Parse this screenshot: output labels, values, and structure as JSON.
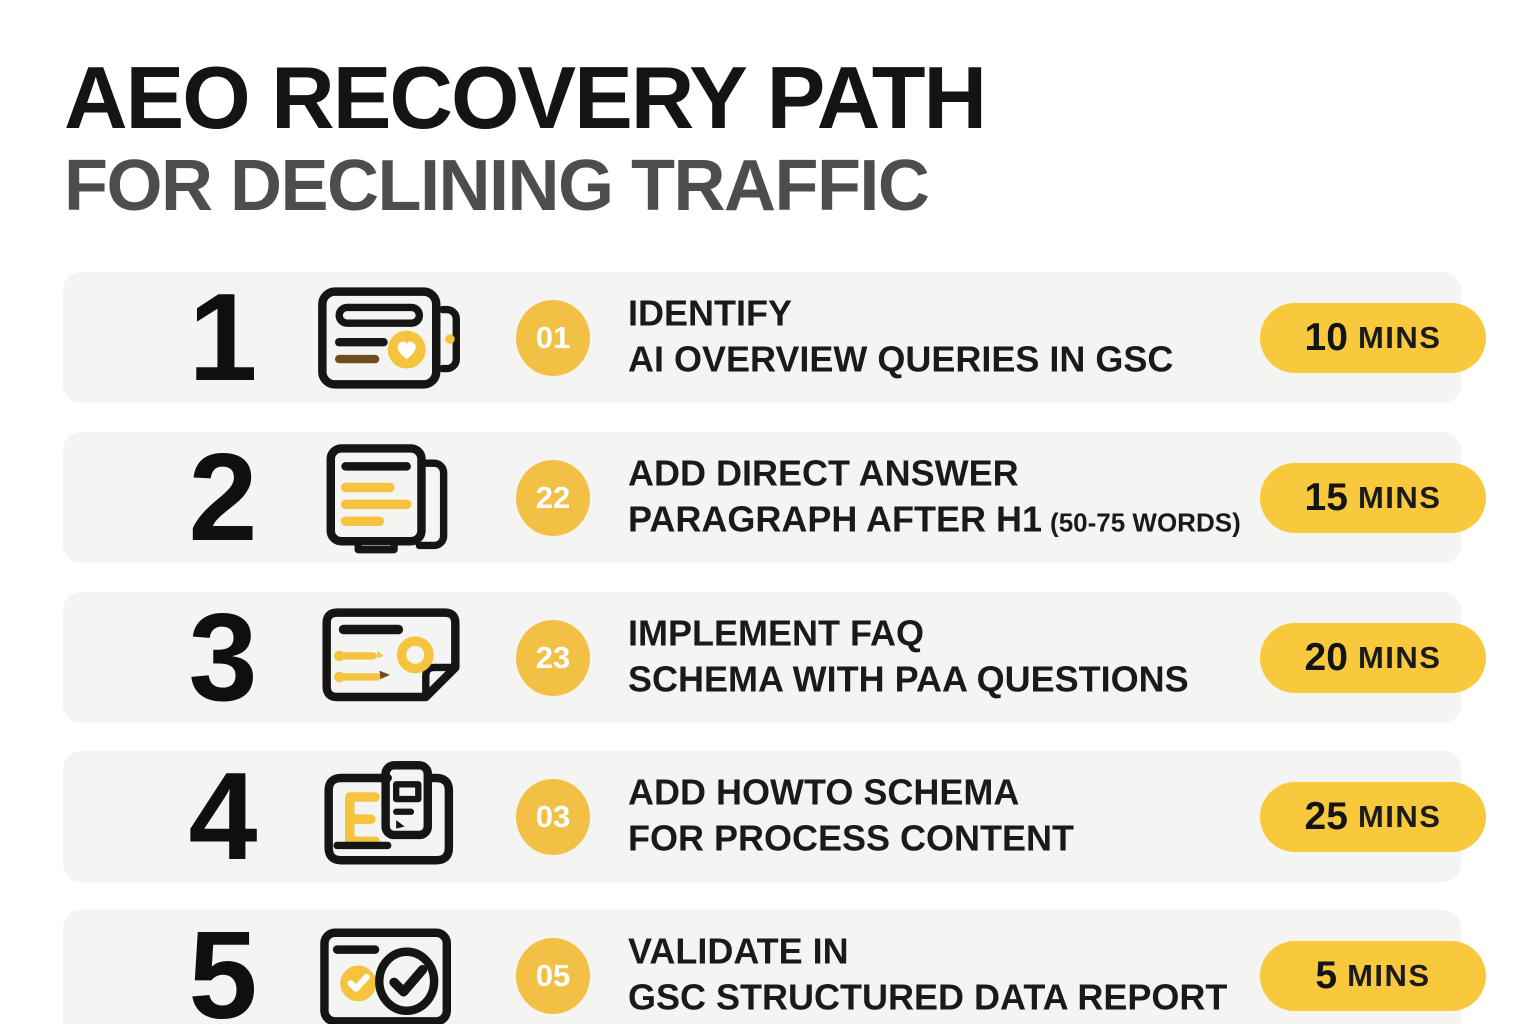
{
  "header": {
    "title": "AEO RECOVERY PATH",
    "subtitle": "FOR DECLINING TRAFFIC"
  },
  "colors": {
    "accent_yellow": "#F5C33E",
    "pill_yellow": "#F8C83D",
    "badge_circle_yellow": "#F2C045",
    "row_background": "#F4F4F2",
    "title_color": "#141414",
    "subtitle_color": "#4D4D4D",
    "text_color": "#1A1A1A",
    "badge_text_color": "#FFFFFF"
  },
  "steps": [
    {
      "number": "1",
      "badge": "01",
      "icon": "certificate-card-icon",
      "title_line1": "IDENTIFY",
      "title_line2": "AI OVERVIEW QUERIES IN GSC",
      "title_suffix": "",
      "duration_value": "10",
      "duration_unit": "MINS"
    },
    {
      "number": "2",
      "badge": "22",
      "icon": "document-stack-icon",
      "title_line1": "ADD DIRECT ANSWER",
      "title_line2": "PARAGRAPH AFTER H1",
      "title_suffix": "(50-75 WORDS)",
      "duration_value": "15",
      "duration_unit": "MINS"
    },
    {
      "number": "3",
      "badge": "23",
      "icon": "faq-schema-page-icon",
      "title_line1": "IMPLEMENT FAQ",
      "title_line2": "SCHEMA WITH PAA QUESTIONS",
      "title_suffix": "",
      "duration_value": "20",
      "duration_unit": "MINS"
    },
    {
      "number": "4",
      "badge": "03",
      "icon": "laptop-phone-icon",
      "title_line1": "ADD HOWTO SCHEMA",
      "title_line2": "FOR PROCESS CONTENT",
      "title_suffix": "",
      "duration_value": "25",
      "duration_unit": "MINS"
    },
    {
      "number": "5",
      "badge": "05",
      "icon": "validation-check-icon",
      "title_line1": "VALIDATE IN",
      "title_line2": "GSC STRUCTURED DATA REPORT",
      "title_suffix": "",
      "duration_value": "5",
      "duration_unit": "MINS"
    }
  ]
}
